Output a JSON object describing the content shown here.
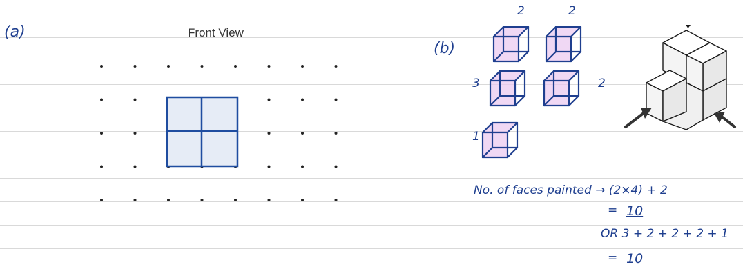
{
  "colors": {
    "ink": "#1f3f8f",
    "square_fill": "#e6ecf6",
    "square_stroke": "#1f4da0",
    "cube_tint": "#e9c7f0",
    "rule": "#d9d9d9",
    "dot": "#222222"
  },
  "part_a": {
    "label": "(a)",
    "title": "Front View",
    "dot_grid": {
      "rows": 5,
      "cols": 8
    },
    "front_view_squares": {
      "rows": 2,
      "cols": 2
    }
  },
  "part_b": {
    "label": "(b)",
    "cube_face_counts": [
      "2",
      "2",
      "3",
      "2",
      "1"
    ],
    "solid": {
      "arrow_icons": [
        "arrow-up-right-icon",
        "arrow-up-left-icon"
      ]
    },
    "working": {
      "line1": "No. of faces painted → (2×4) + 2",
      "line2_prefix": "=",
      "line2_answer": "10",
      "line3": "OR  3 + 2 + 2 + 2 + 1",
      "line4_prefix": "=",
      "line4_answer": "10"
    }
  }
}
